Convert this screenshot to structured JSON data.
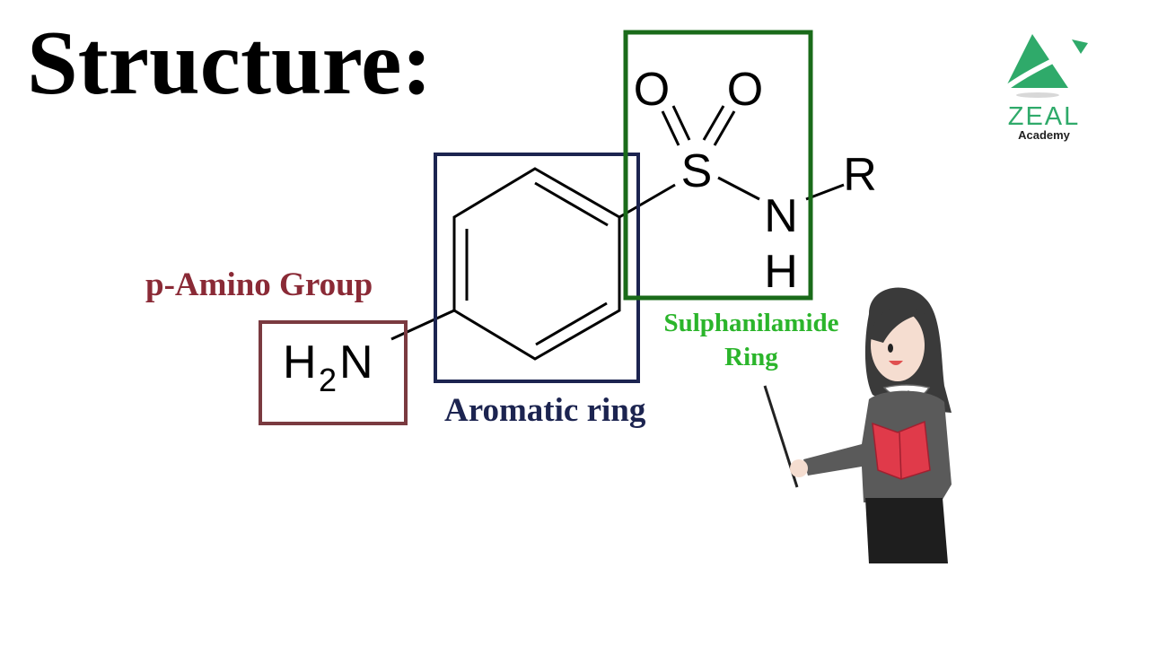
{
  "title": "Structure:",
  "labels": {
    "amino_group": "p-Amino Group",
    "aromatic_ring": "Aromatic ring",
    "sulphanilamide_line1": "Sulphanilamide",
    "sulphanilamide_line2": "Ring"
  },
  "molecule": {
    "amine_h": "H",
    "amine_sub": "2",
    "amine_n": "N",
    "sulfur": "S",
    "oxygen_left": "O",
    "oxygen_right": "O",
    "nitrogen": "N",
    "hydrogen": "H",
    "r_group": "R"
  },
  "logo": {
    "name": "ZEAL",
    "subtitle": "Academy"
  },
  "colors": {
    "amino": "#8a2a36",
    "amino_box": "#7a3a40",
    "aromatic": "#1c2450",
    "sulphanilamide": "#2bb52b",
    "sulf_box": "#1a6b1a",
    "logo_green": "#2faa6a"
  }
}
